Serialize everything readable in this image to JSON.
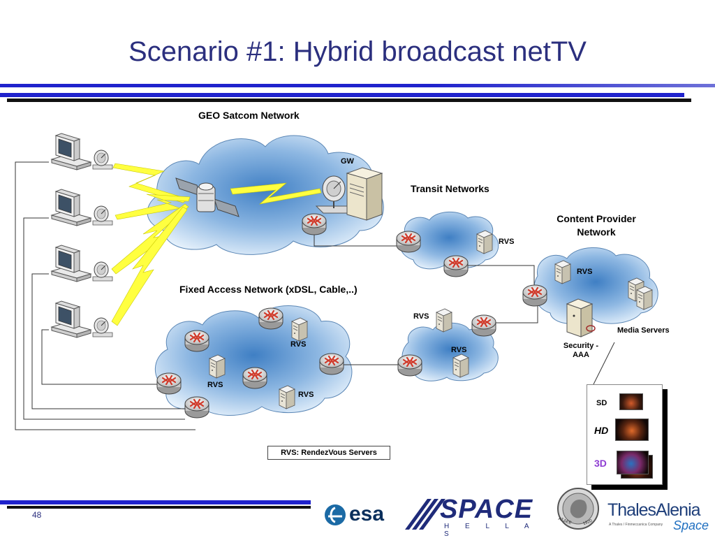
{
  "slide": {
    "title": "Scenario #1: Hybrid broadcast netTV",
    "page_number": "48"
  },
  "labels": {
    "geo": "GEO Satcom Network",
    "gw": "GW",
    "transit": "Transit Networks",
    "content_provider_line1": "Content Provider",
    "content_provider_line2": "Network",
    "fixed_access": "Fixed Access Network (xDSL, Cable,..)",
    "rvs": "RVS",
    "media_servers": "Media Servers",
    "security_line1": "Security -",
    "security_line2": "AAA",
    "legend": "RVS: RendezVous Servers"
  },
  "video_formats": {
    "sd": "SD",
    "hd": "HD",
    "three_d": "3D"
  },
  "logos": {
    "esa": "esa",
    "space_word": "SPACE",
    "hellas_word": "H E L L A S",
    "coin_text_left": "AΣΔΕΕ",
    "coin_text_right": "1920",
    "thales_line1": "ThalesAlenia",
    "thales_line2": "Space",
    "thales_tagline": "A Thales / Finmeccanica Company"
  },
  "colors": {
    "title": "#2b2f7e",
    "bar_blue": "#1f22cc",
    "bar_dark": "#10103a",
    "lightning": "#ffff40",
    "cloud": "#8fb8de",
    "router": "#d03a2a"
  }
}
